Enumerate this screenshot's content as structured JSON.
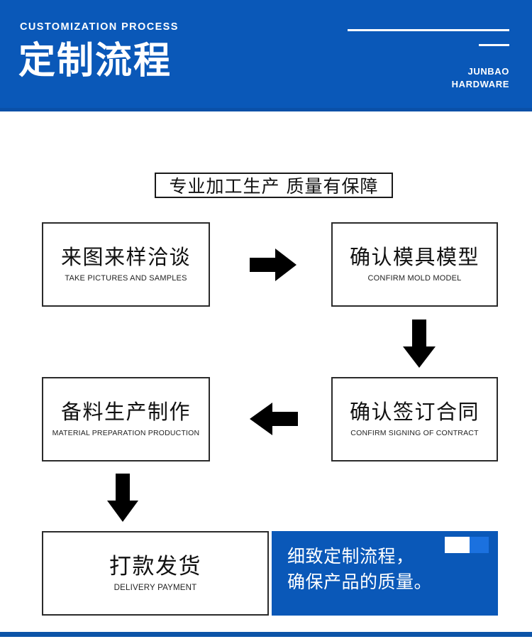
{
  "header": {
    "eyebrow": "CUSTOMIZATION PROCESS",
    "title": "定制流程",
    "brand_line1": "JUNBAO",
    "brand_line2": "HARDWARE",
    "background_color": "#0a58b8",
    "text_color": "#ffffff"
  },
  "banner": {
    "text": "专业加工生产 质量有保障"
  },
  "process": {
    "steps": [
      {
        "index": 1,
        "cn": "来图来样洽谈",
        "en": "TAKE PICTURES AND SAMPLES"
      },
      {
        "index": 2,
        "cn": "确认模具模型",
        "en": "CONFIRM MOLD MODEL"
      },
      {
        "index": 3,
        "cn": "确认签订合同",
        "en": "CONFIRM SIGNING OF CONTRACT"
      },
      {
        "index": 4,
        "cn": "备料生产制作",
        "en": "MATERIAL PREPARATION PRODUCTION"
      },
      {
        "index": 5,
        "cn": "打款发货",
        "en": "DELIVERY PAYMENT"
      }
    ],
    "connectors": [
      {
        "name": "arrow-right-icon",
        "direction": "right",
        "from": 1,
        "to": 2
      },
      {
        "name": "arrow-down-icon",
        "direction": "down",
        "from": 2,
        "to": 3
      },
      {
        "name": "arrow-left-icon",
        "direction": "left",
        "from": 3,
        "to": 4
      },
      {
        "name": "arrow-down-icon",
        "direction": "down",
        "from": 4,
        "to": 5
      }
    ]
  },
  "callout": {
    "line1": "细致定制流程，",
    "line2": "确保产品的质量。",
    "background_color": "#0a58b8",
    "deco_square_white": "#ffffff",
    "deco_square_blue": "#1b71df"
  },
  "footer": {
    "bar_color": "#0c54a8"
  }
}
